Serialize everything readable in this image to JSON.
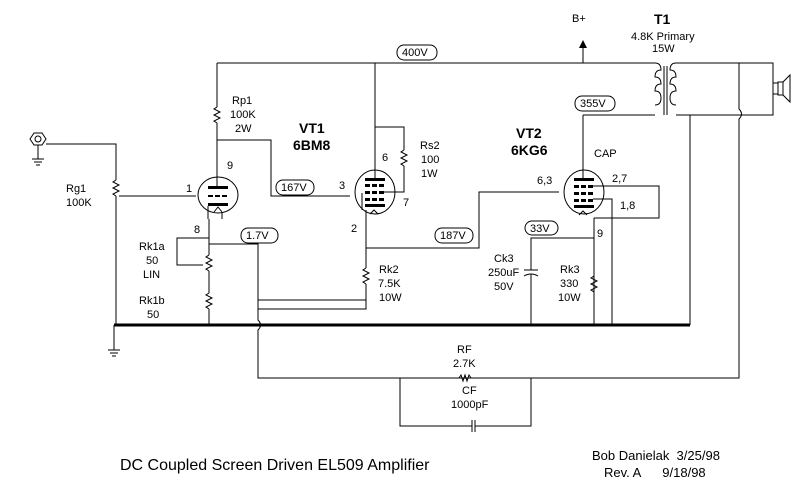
{
  "title": "DC Coupled Screen Driven EL509 Amplifier",
  "author_line": "Bob Danielak  3/25/98",
  "revision_line": "Rev. A      9/18/98",
  "supply": {
    "label": "B+"
  },
  "transformer": {
    "ref": "T1",
    "spec1": "4.8K Primary",
    "spec2": "15W"
  },
  "tubes": {
    "vt1": {
      "ref": "VT1",
      "type": "6BM8"
    },
    "vt2": {
      "ref": "VT2",
      "type": "6KG6",
      "cap_label": "CAP"
    }
  },
  "pins": {
    "vt1_triode_grid": "1",
    "vt1_triode_plate": "9",
    "vt1_triode_cathode": "8",
    "vt1_pentode_grid": "3",
    "vt1_pentode_screen": "6",
    "vt1_pentode_suppressor": "7",
    "vt1_pentode_cathode": "2",
    "vt2_grid": "6,3",
    "vt2_screen": "2,7",
    "vt2_suppressor": "1,8",
    "vt2_cathode": "9"
  },
  "voltages": {
    "b_plus": "400V",
    "vt2_plate": "355V",
    "vt1_triode_plate": "167V",
    "vt1_triode_cathode": "1.7V",
    "vt1_pentode_cathode": "187V",
    "vt2_cathode": "33V"
  },
  "components": {
    "rg1": {
      "ref": "Rg1",
      "value": "100K"
    },
    "rp1": {
      "ref": "Rp1",
      "value": "100K",
      "rating": "2W"
    },
    "rs2": {
      "ref": "Rs2",
      "value": "100",
      "rating": "1W"
    },
    "rk1a": {
      "ref": "Rk1a",
      "value": "50",
      "rating": "LIN"
    },
    "rk1b": {
      "ref": "Rk1b",
      "value": "50"
    },
    "rk2": {
      "ref": "Rk2",
      "value": "7.5K",
      "rating": "10W"
    },
    "ck3": {
      "ref": "Ck3",
      "value": "250uF",
      "rating": "50V"
    },
    "rk3": {
      "ref": "Rk3",
      "value": "330",
      "rating": "10W"
    },
    "rf": {
      "ref": "RF",
      "value": "2.7K"
    },
    "cf": {
      "ref": "CF",
      "value": "1000pF"
    }
  }
}
